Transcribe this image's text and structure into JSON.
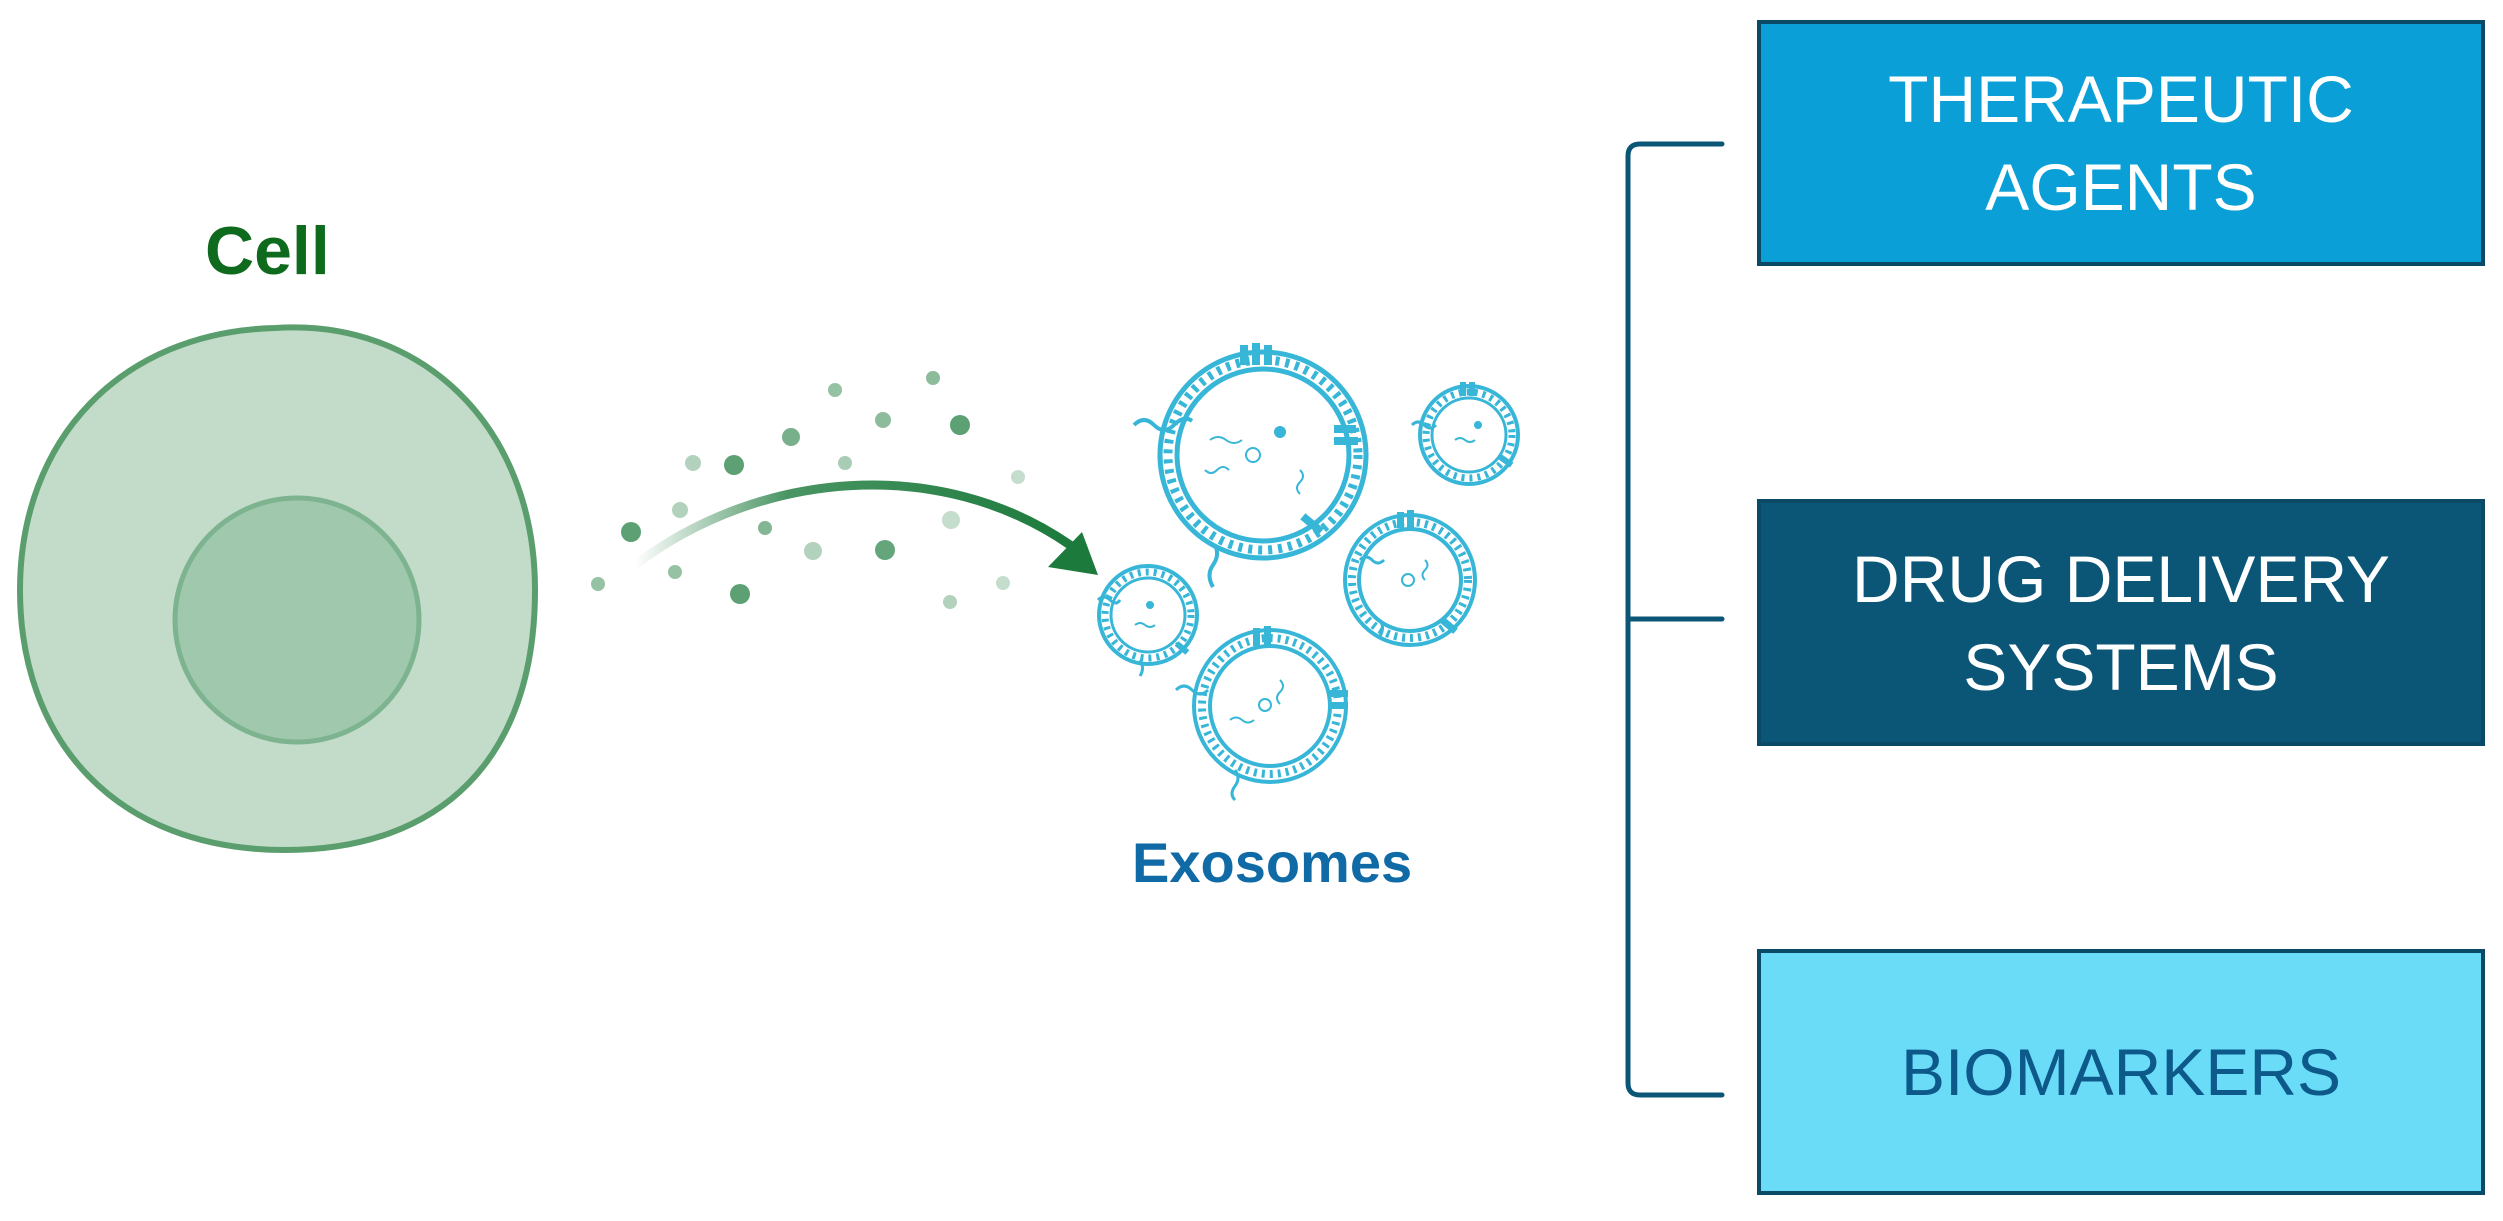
{
  "cell": {
    "label": "Cell"
  },
  "exosomes": {
    "label": "Exosomes"
  },
  "applications": [
    {
      "label": "THERAPEUTIC\nAGENTS"
    },
    {
      "label": "DRUG DELIVERY\nSYSTEMS"
    },
    {
      "label": "BIOMARKERS"
    }
  ],
  "colors": {
    "cell_fill": "#c3dcca",
    "cell_stroke": "#5b9e6e",
    "nucleus_fill": "#9fc8ad",
    "arrow": "#1c7a3c",
    "exosome": "#37b6d8",
    "bracket": "#0b5676",
    "box_therapeutic": "#0a9fd6",
    "box_drug_delivery": "#0b5676",
    "box_biomarkers": "#6adcf8"
  }
}
